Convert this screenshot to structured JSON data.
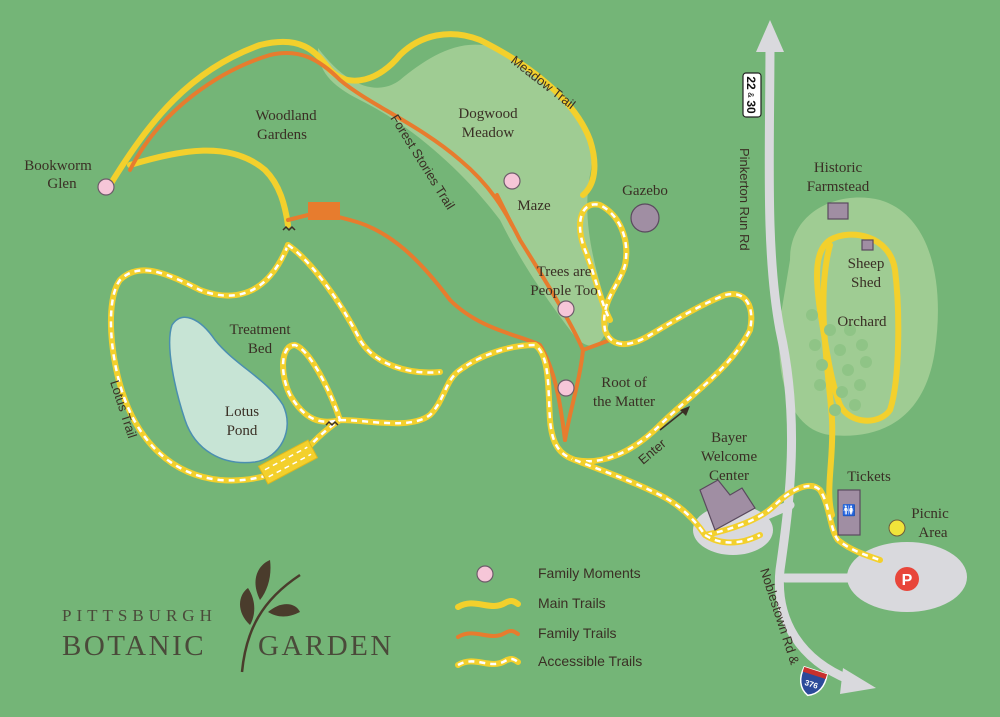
{
  "logo": {
    "line1": "PITTSBURGH",
    "line2a": "BOTANIC",
    "line2b": "GARDEN"
  },
  "labels": {
    "bookworm_glen_1": "Bookworm",
    "bookworm_glen_2": "Glen",
    "woodland_gardens_1": "Woodland",
    "woodland_gardens_2": "Gardens",
    "dogwood_meadow_1": "Dogwood",
    "dogwood_meadow_2": "Meadow",
    "maze": "Maze",
    "gazebo": "Gazebo",
    "trees_1": "Trees are",
    "trees_2": "People Too",
    "treatment_bed_1": "Treatment",
    "treatment_bed_2": "Bed",
    "lotus_pond_1": "Lotus",
    "lotus_pond_2": "Pond",
    "root_1": "Root of",
    "root_2": "the Matter",
    "bayer_1": "Bayer",
    "bayer_2": "Welcome",
    "bayer_3": "Center",
    "historic_1": "Historic",
    "historic_2": "Farmstead",
    "sheep_1": "Sheep",
    "sheep_2": "Shed",
    "orchard": "Orchard",
    "tickets": "Tickets",
    "picnic_1": "Picnic",
    "picnic_2": "Area",
    "enter": "Enter",
    "parking": "P"
  },
  "trail_names": {
    "meadow_trail": "Meadow Trail",
    "forest_stories_trail": "Forest Stories Trail",
    "lotus_trail": "Lotus Trail"
  },
  "roads": {
    "pinkerton": "Pinkerton Run Rd",
    "noblestown": "Noblestown Rd &",
    "route_shield_top": "22",
    "route_shield_amp": "&",
    "route_shield_bot": "30",
    "interstate": "376"
  },
  "legend": {
    "family_moments": "Family Moments",
    "main_trails": "Main Trails",
    "family_trails": "Family Trails",
    "accessible_trails": "Accessible Trails"
  },
  "colors": {
    "background": "#74b577",
    "meadow": "#9fcc93",
    "main_trail": "#f3d02c",
    "family_trail": "#e77c2e",
    "family_moment": "#f6c6d8",
    "road": "#d9d9dd",
    "pond": "#c7e4d5",
    "parking": "#e8463a"
  }
}
